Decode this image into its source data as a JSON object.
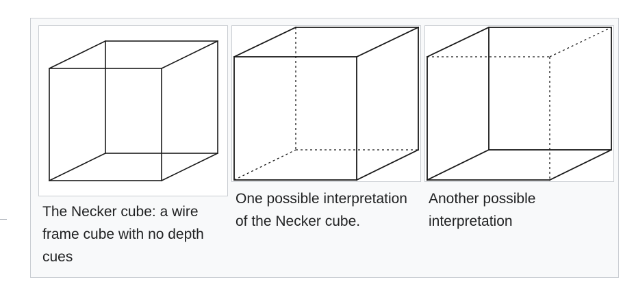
{
  "gallery": {
    "items": [
      {
        "caption": "The Necker cube: a wire frame cube with no depth cues",
        "image_alt": "wire frame cube with all edges solid"
      },
      {
        "caption": "One possible interpretation of the Necker cube.",
        "image_alt": "cube with hidden back-bottom-left edges dashed"
      },
      {
        "caption": "Another possible interpretation",
        "image_alt": "cube with hidden top-right-back edges dashed"
      }
    ]
  }
}
